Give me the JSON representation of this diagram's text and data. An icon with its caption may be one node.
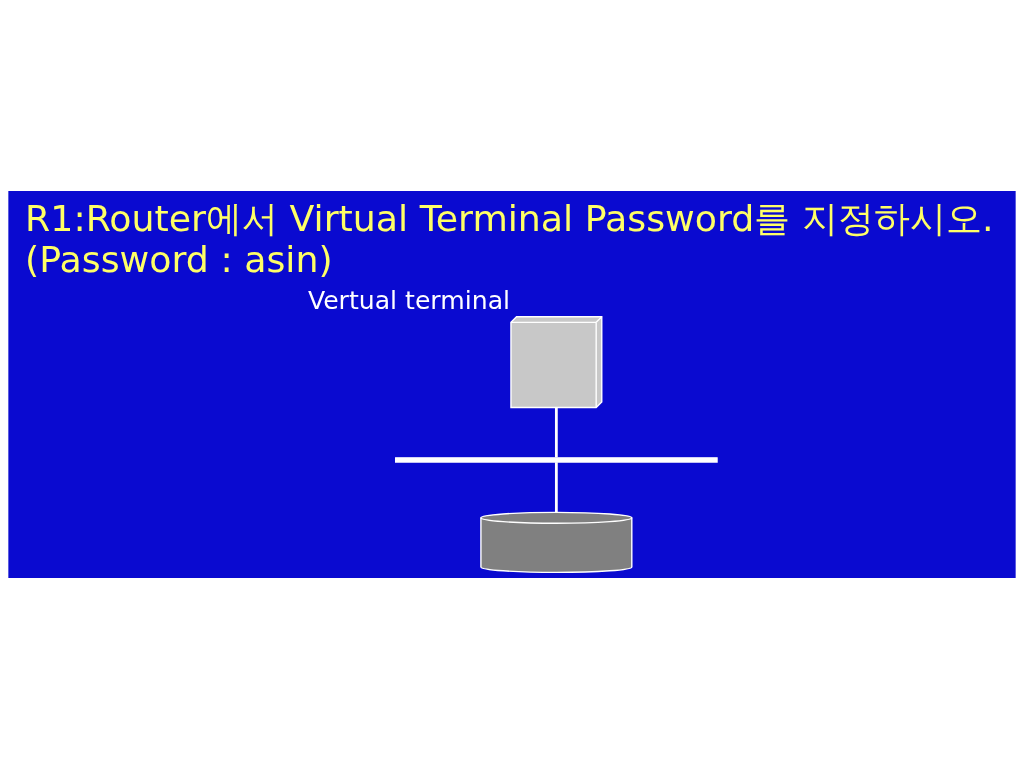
{
  "diagram": {
    "title": "R1:Router에서 Virtual Terminal Password를 지정하시오. (Password : asin)",
    "nodes": [
      {
        "text": [],
        "shape": "computer",
        "beside": [
          "Vertual terminal"
        ]
      },
      {
        "text": [],
        "shape": "bar"
      },
      {
        "text": [],
        "shape": "router"
      }
    ],
    "edges": [
      {
        "from": 0,
        "to": 1,
        "arrow": "none"
      },
      {
        "from": 1,
        "to": 2,
        "arrow": "none"
      }
    ]
  }
}
